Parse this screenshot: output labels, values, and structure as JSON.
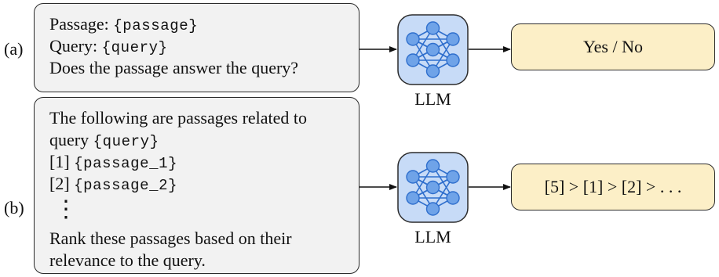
{
  "row_a": {
    "label": "(a)",
    "prompt": {
      "line1_text": "Passage: ",
      "line1_placeholder": "{passage}",
      "line2_text": "Query: ",
      "line2_placeholder": "{query}",
      "line3_text": "Does the passage answer the query?"
    },
    "model_label": "LLM",
    "output": "Yes / No"
  },
  "row_b": {
    "label": "(b)",
    "prompt": {
      "line1_text": "The following are passages related to",
      "line2_text": "query ",
      "line2_placeholder": "{query}",
      "line3_index": "[1] ",
      "line3_placeholder": "{passage_1}",
      "line4_index": "[2] ",
      "line4_placeholder": "{passage_2}",
      "ellipsis": "⋮",
      "line6_text": "Rank these passages based on their",
      "line7_text": "relevance to the query."
    },
    "model_label": "LLM",
    "output": "[5] > [1] > [2] > . . ."
  },
  "colors": {
    "prompt_fill": "#f2f2f2",
    "output_fill": "#fcefc7",
    "llm_fill": "#c7dbf7",
    "node_fill": "#6fa3e8",
    "edge": "#2f6fcd"
  },
  "icons": {
    "model": "neural-network-icon",
    "arrow": "arrow-right-icon"
  }
}
